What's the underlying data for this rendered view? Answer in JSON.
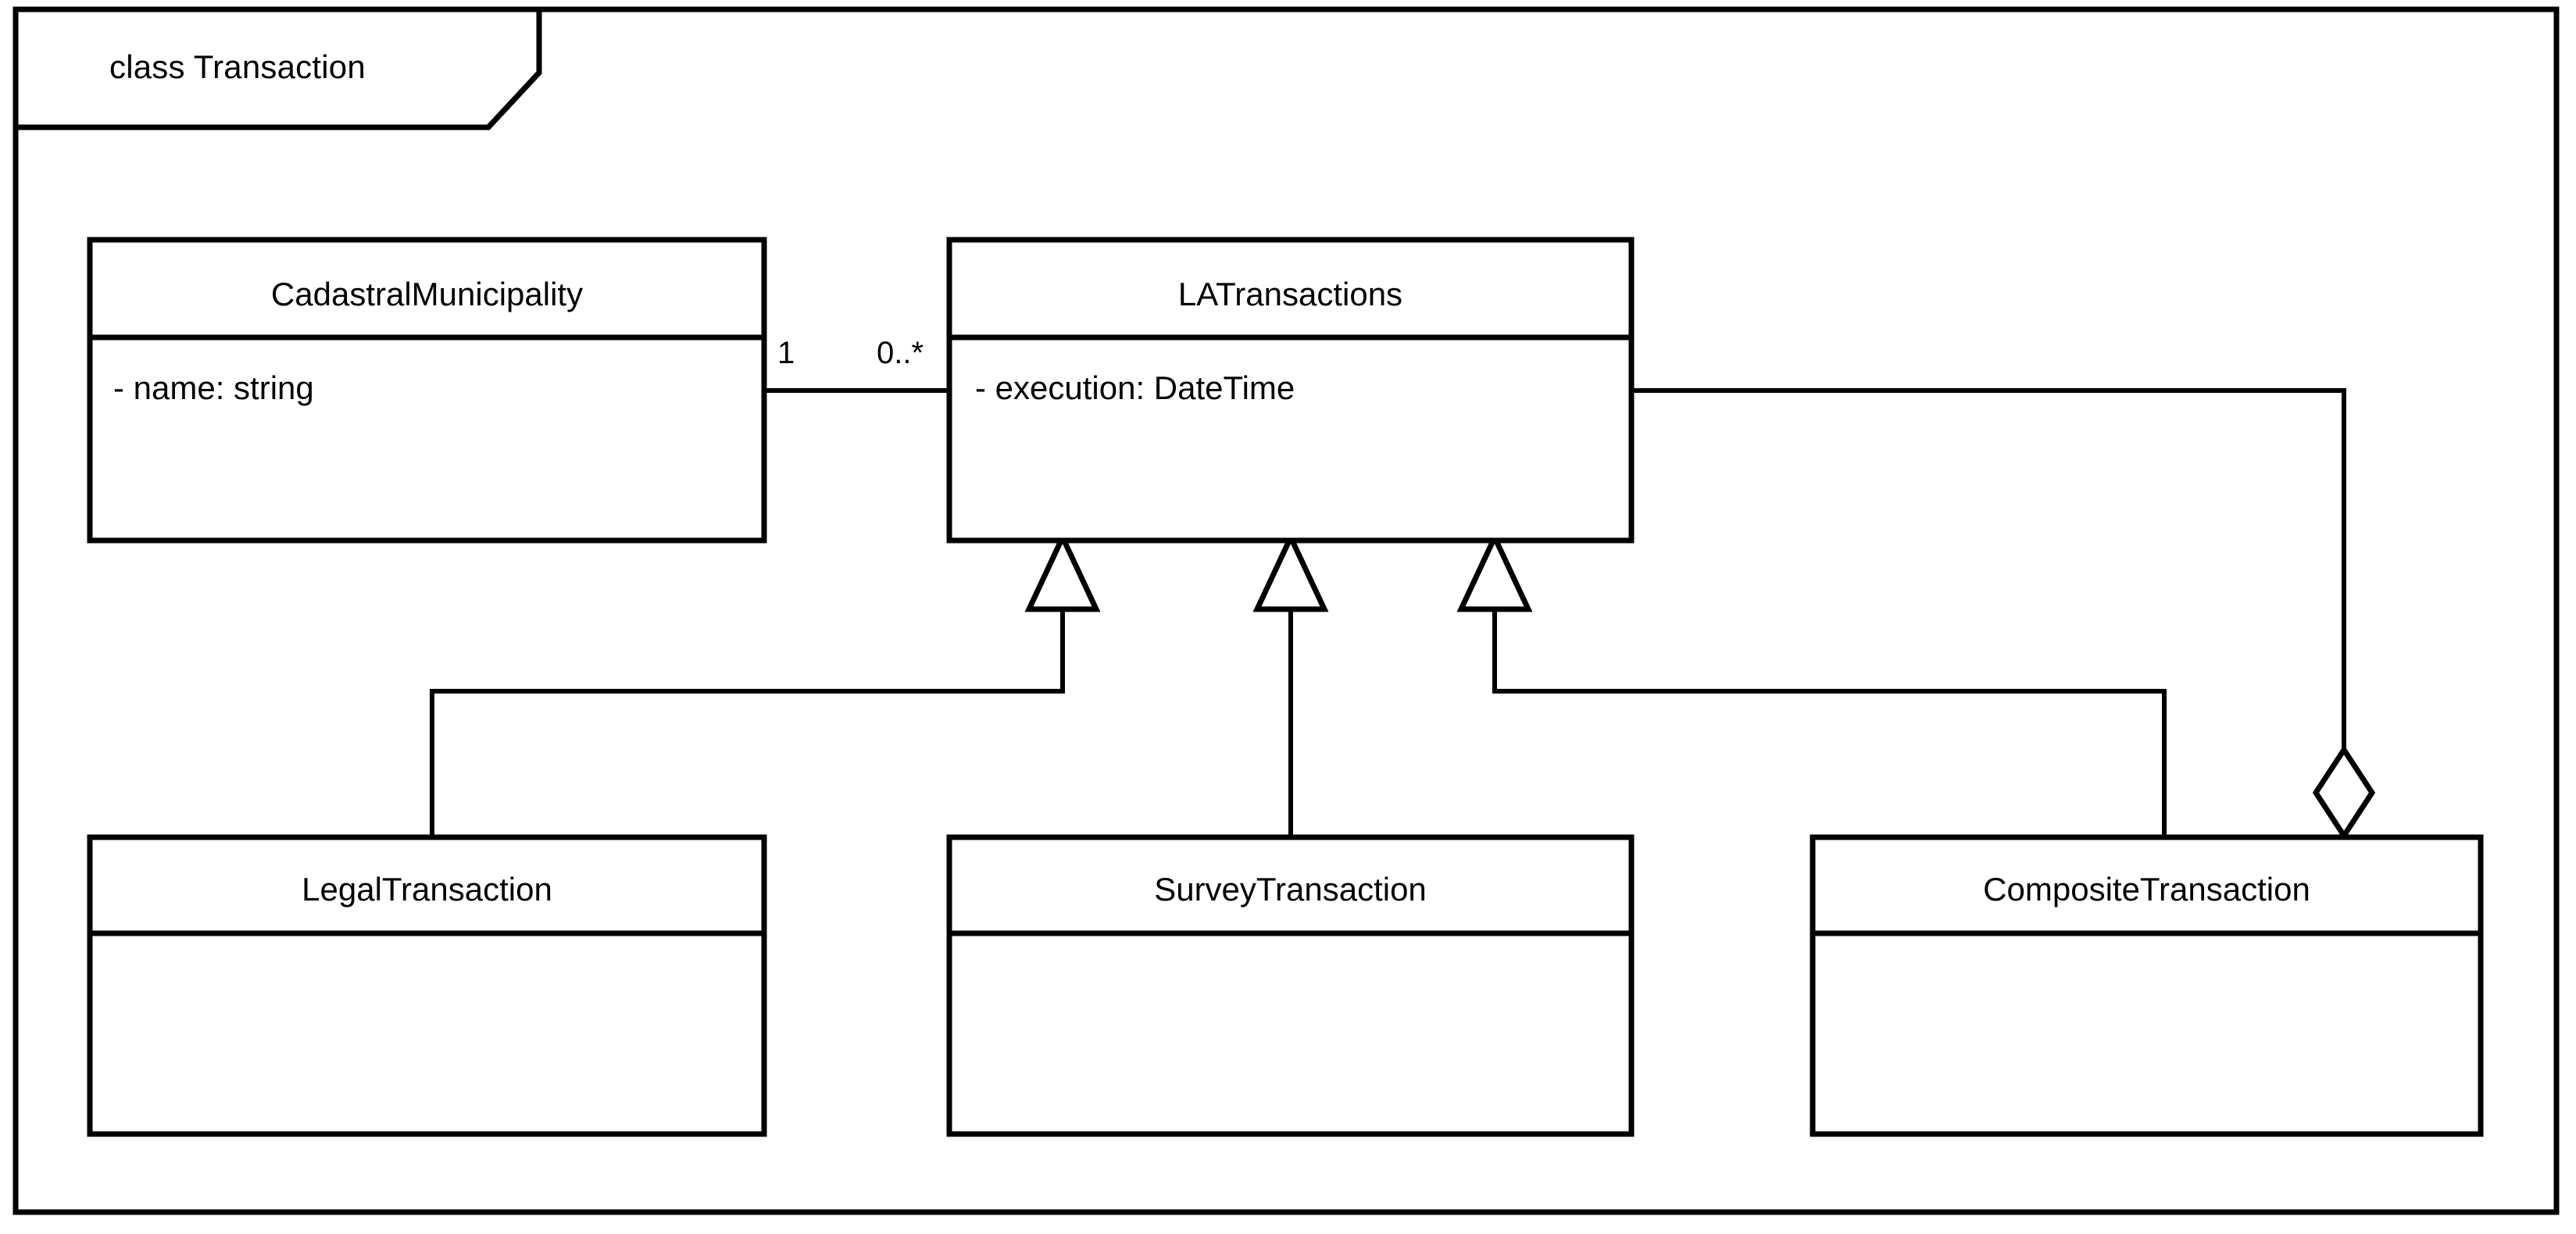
{
  "diagram": {
    "type": "uml-class-diagram",
    "frame_label": "class Transaction",
    "background_color": "#ffffff",
    "line_color": "#000000",
    "classes": [
      {
        "id": "cadastral-municipality",
        "name": "CadastralMunicipality",
        "attributes": [
          "- name: string"
        ]
      },
      {
        "id": "la-transactions",
        "name": "LATransactions",
        "attributes": [
          "- execution: DateTime"
        ]
      },
      {
        "id": "legal-transaction",
        "name": "LegalTransaction",
        "attributes": []
      },
      {
        "id": "survey-transaction",
        "name": "SurveyTransaction",
        "attributes": []
      },
      {
        "id": "composite-transaction",
        "name": "CompositeTransaction",
        "attributes": []
      }
    ],
    "relationships": [
      {
        "id": "assoc-cadastral-latransactions",
        "kind": "association",
        "source": "CadastralMunicipality",
        "target": "LATransactions",
        "source_multiplicity": "1",
        "target_multiplicity": "0..*"
      },
      {
        "id": "gen-legal",
        "kind": "generalization",
        "source": "LegalTransaction",
        "target": "LATransactions"
      },
      {
        "id": "gen-survey",
        "kind": "generalization",
        "source": "SurveyTransaction",
        "target": "LATransactions"
      },
      {
        "id": "gen-composite",
        "kind": "generalization",
        "source": "CompositeTransaction",
        "target": "LATransactions"
      },
      {
        "id": "agg-composite-latransactions",
        "kind": "aggregation",
        "source": "CompositeTransaction",
        "target": "LATransactions",
        "diamond": "hollow"
      }
    ]
  }
}
